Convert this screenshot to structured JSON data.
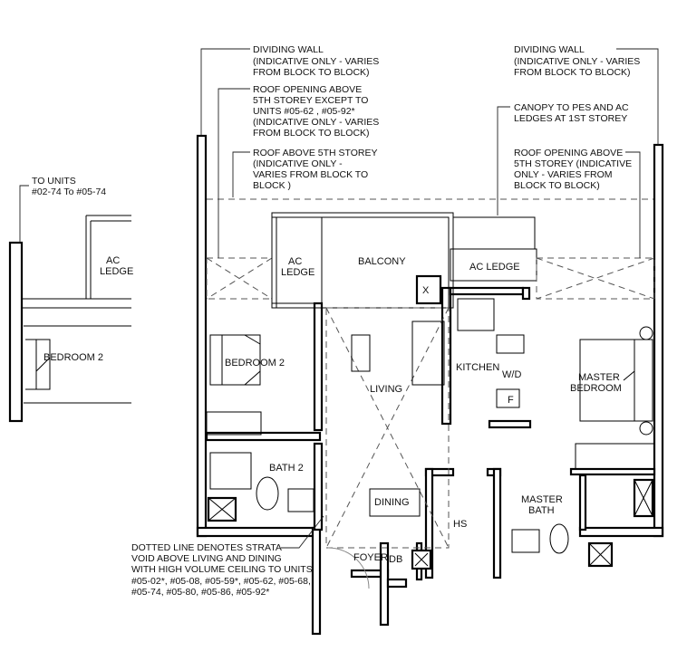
{
  "annotations": {
    "dividing_wall_left": [
      "DIVIDING WALL",
      "(INDICATIVE ONLY - VARIES",
      "FROM BLOCK TO BLOCK)"
    ],
    "roof_opening_left": [
      "ROOF OPENING ABOVE",
      "5TH STOREY EXCEPT TO",
      "UNITS #05-62 , #05-92*",
      "(INDICATIVE ONLY - VARIES",
      "FROM BLOCK TO BLOCK)"
    ],
    "roof_above": [
      "ROOF ABOVE 5TH STOREY",
      "(INDICATIVE  ONLY -",
      "VARIES FROM BLOCK TO",
      "BLOCK )"
    ],
    "dividing_wall_right": [
      "DIVIDING WALL",
      "(INDICATIVE ONLY - VARIES",
      "FROM BLOCK TO BLOCK)"
    ],
    "canopy": [
      "CANOPY TO PES AND AC",
      "LEDGES AT 1ST STOREY"
    ],
    "roof_opening_right": [
      "ROOF OPENING ABOVE",
      "5TH STOREY (INDICATIVE",
      "ONLY - VARIES FROM",
      "BLOCK TO BLOCK)"
    ],
    "to_units": [
      "TO UNITS",
      "#02-74 To #05-74"
    ],
    "strata_void": [
      "DOTTED LINE DENOTES STRATA",
      "VOID ABOVE LIVING AND DINING",
      "WITH HIGH VOLUME CEILING TO UNITS",
      "#05-02*, #05-08, #05-59*, #05-62, #05-68,",
      "#05-74, #05-80, #05-86, #05-92*"
    ]
  },
  "rooms": {
    "ac_ledge_left": [
      "AC",
      "LEDGE"
    ],
    "balcony": "BALCONY",
    "ac_ledge_right": "AC LEDGE",
    "bedroom2": "BEDROOM 2",
    "living": "LIVING",
    "kitchen": "KITCHEN",
    "wd": "W/D",
    "fridge": "F",
    "master_bedroom": [
      "MASTER",
      "BEDROOM"
    ],
    "bath2": "BATH 2",
    "dining": "DINING",
    "hs": "HS",
    "master_bath": [
      "MASTER",
      "BATH"
    ],
    "foyer": "FOYER",
    "db": "DB",
    "x_mark": "X"
  },
  "adjacent_unit": {
    "ac_ledge": [
      "AC",
      "LEDGE"
    ],
    "bedroom2": "BEDROOM 2"
  }
}
